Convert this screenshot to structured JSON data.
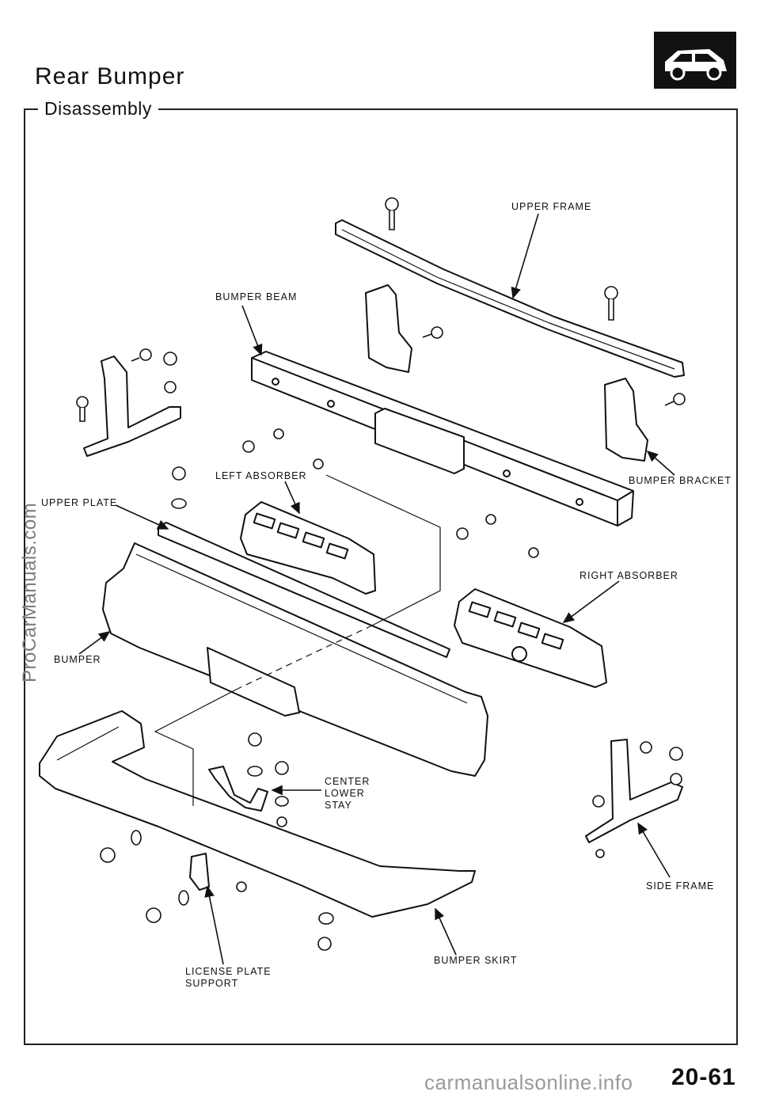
{
  "header": {
    "title": "Rear Bumper",
    "section": "Disassembly"
  },
  "labels": {
    "upper_frame": "UPPER  FRAME",
    "bumper_beam": "BUMPER  BEAM",
    "left_absorber": "LEFT ABSORBER",
    "bumper_bracket": "BUMPER  BRACKET",
    "upper_plate": "UPPER  PLATE",
    "right_absorber": "RIGHT ABSORBER",
    "bumper": "BUMPER",
    "center_lower_stay": "CENTER\nLOWER\nSTAY",
    "side_frame": "SIDE  FRAME",
    "bumper_skirt": "BUMPER  SKIRT",
    "license_plate_support": "LICENSE  PLATE\nSUPPORT"
  },
  "footer": {
    "page_number": "20-61",
    "watermark_side": "ProCarManuals.com",
    "watermark_bottom": "carmanualsonline.info"
  },
  "icons": {
    "section_icon": "car-body-icon"
  }
}
